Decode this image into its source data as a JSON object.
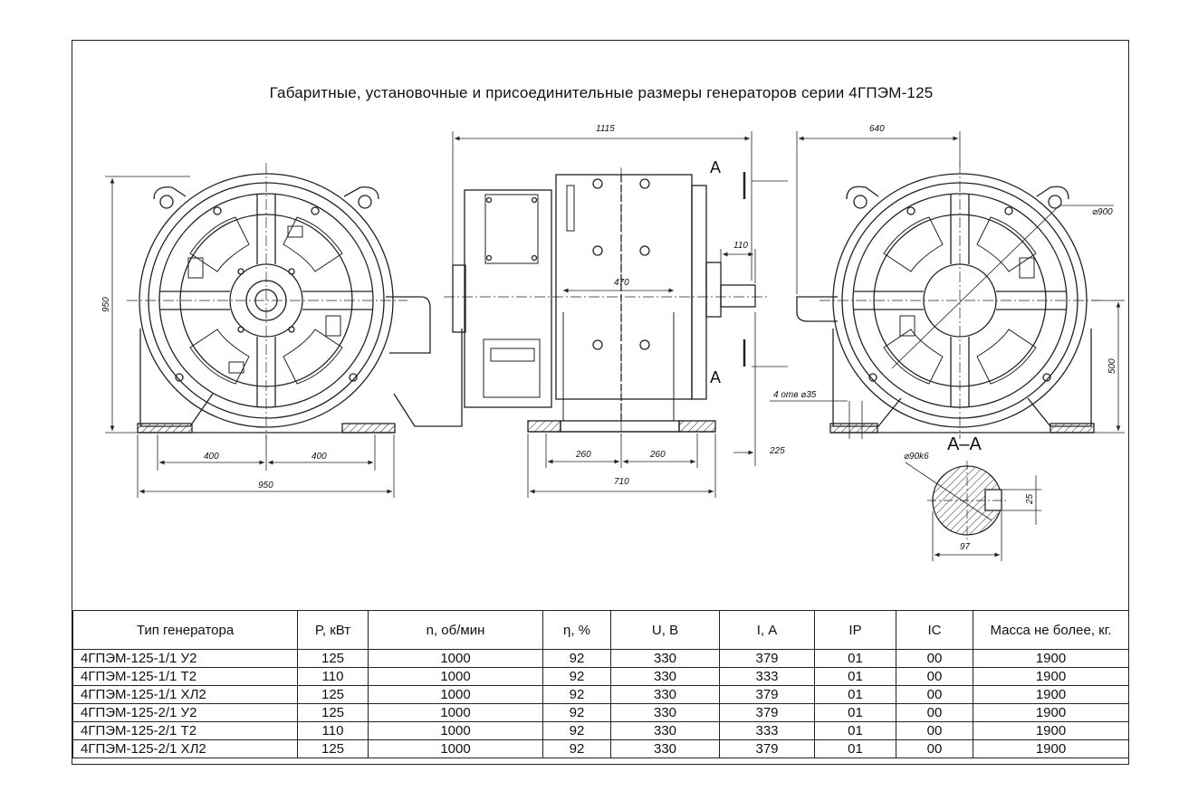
{
  "title": "Габаритные, установочные и присоединительные размеры генераторов серии 4ГПЭМ-125",
  "drawing": {
    "dims": {
      "overall_length": "1115",
      "overall_depth": "640",
      "height": "950",
      "width": "950",
      "foot_left": "400",
      "foot_right": "400",
      "shaft_len": "110",
      "inner_span": "470",
      "foot_span_left": "260",
      "foot_span_right": "260",
      "base_len": "710",
      "shaft_offset": "225",
      "flange_dia": "⌀900",
      "shaft_height": "500",
      "holes": "4 отв ⌀35",
      "shaft_dia": "⌀90k6",
      "key_height": "25",
      "key_depth": "97"
    },
    "section_mark": "А",
    "section_label": "А–А"
  },
  "table": {
    "headers": [
      "Тип генератора",
      "P, кВт",
      "n, об/мин",
      "η, %",
      "U, В",
      "I, А",
      "IP",
      "IC",
      "Масса не более, кг."
    ],
    "rows": [
      [
        "4ГПЭМ-125-1/1 У2",
        "125",
        "1000",
        "92",
        "330",
        "379",
        "01",
        "00",
        "1900"
      ],
      [
        "4ГПЭМ-125-1/1 Т2",
        "110",
        "1000",
        "92",
        "330",
        "333",
        "01",
        "00",
        "1900"
      ],
      [
        "4ГПЭМ-125-1/1 ХЛ2",
        "125",
        "1000",
        "92",
        "330",
        "379",
        "01",
        "00",
        "1900"
      ],
      [
        "4ГПЭМ-125-2/1 У2",
        "125",
        "1000",
        "92",
        "330",
        "379",
        "01",
        "00",
        "1900"
      ],
      [
        "4ГПЭМ-125-2/1 Т2",
        "110",
        "1000",
        "92",
        "330",
        "333",
        "01",
        "00",
        "1900"
      ],
      [
        "4ГПЭМ-125-2/1 ХЛ2",
        "125",
        "1000",
        "92",
        "330",
        "379",
        "01",
        "00",
        "1900"
      ]
    ]
  }
}
